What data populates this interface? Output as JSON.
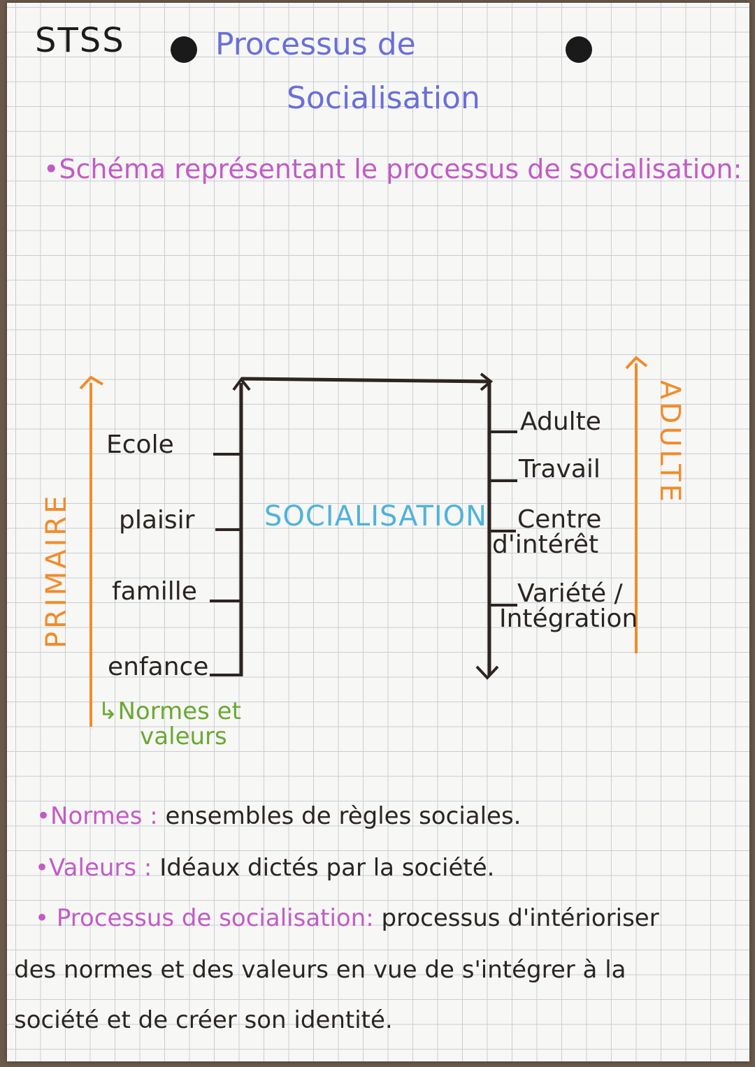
{
  "header": {
    "code": "STSS",
    "title_line1": "Processus de",
    "title_line2": "Socialisation"
  },
  "intro": "•Schéma représentant le processus de socialisation:",
  "diagram": {
    "center_label": "SOCIALISATION",
    "left_axis_label": "PRIMAIRE",
    "right_axis_label": "ADULTE",
    "left_items": [
      "Ecole",
      "plaisir",
      "famille",
      "enfance"
    ],
    "left_note_line1": "↳Normes et",
    "left_note_line2": "valeurs",
    "right_items": [
      {
        "line1": "Adulte",
        "line2": ""
      },
      {
        "line1": "Travail",
        "line2": ""
      },
      {
        "line1": "Centre",
        "line2": "d'intérêt"
      },
      {
        "line1": "Variété /",
        "line2": "Intégration"
      }
    ],
    "colors": {
      "axis": "#f08c2a",
      "frame": "#2e2420",
      "center": "#4fb3d9",
      "note": "#6aa832"
    }
  },
  "definitions": [
    {
      "term": "•Normes :",
      "text": "ensembles de règles sociales."
    },
    {
      "term": "•Valeurs :",
      "text": "Idéaux dictés par la société."
    },
    {
      "term": "• Processus de socialisation:",
      "text": "processus d'intérioriser"
    }
  ],
  "definition_continuation": [
    "des normes et des valeurs en vue de s'intégrer à la",
    "société et de créer son identité."
  ],
  "accent_colors": {
    "title": "#6a6fd8",
    "heading": "#c25bc6"
  }
}
